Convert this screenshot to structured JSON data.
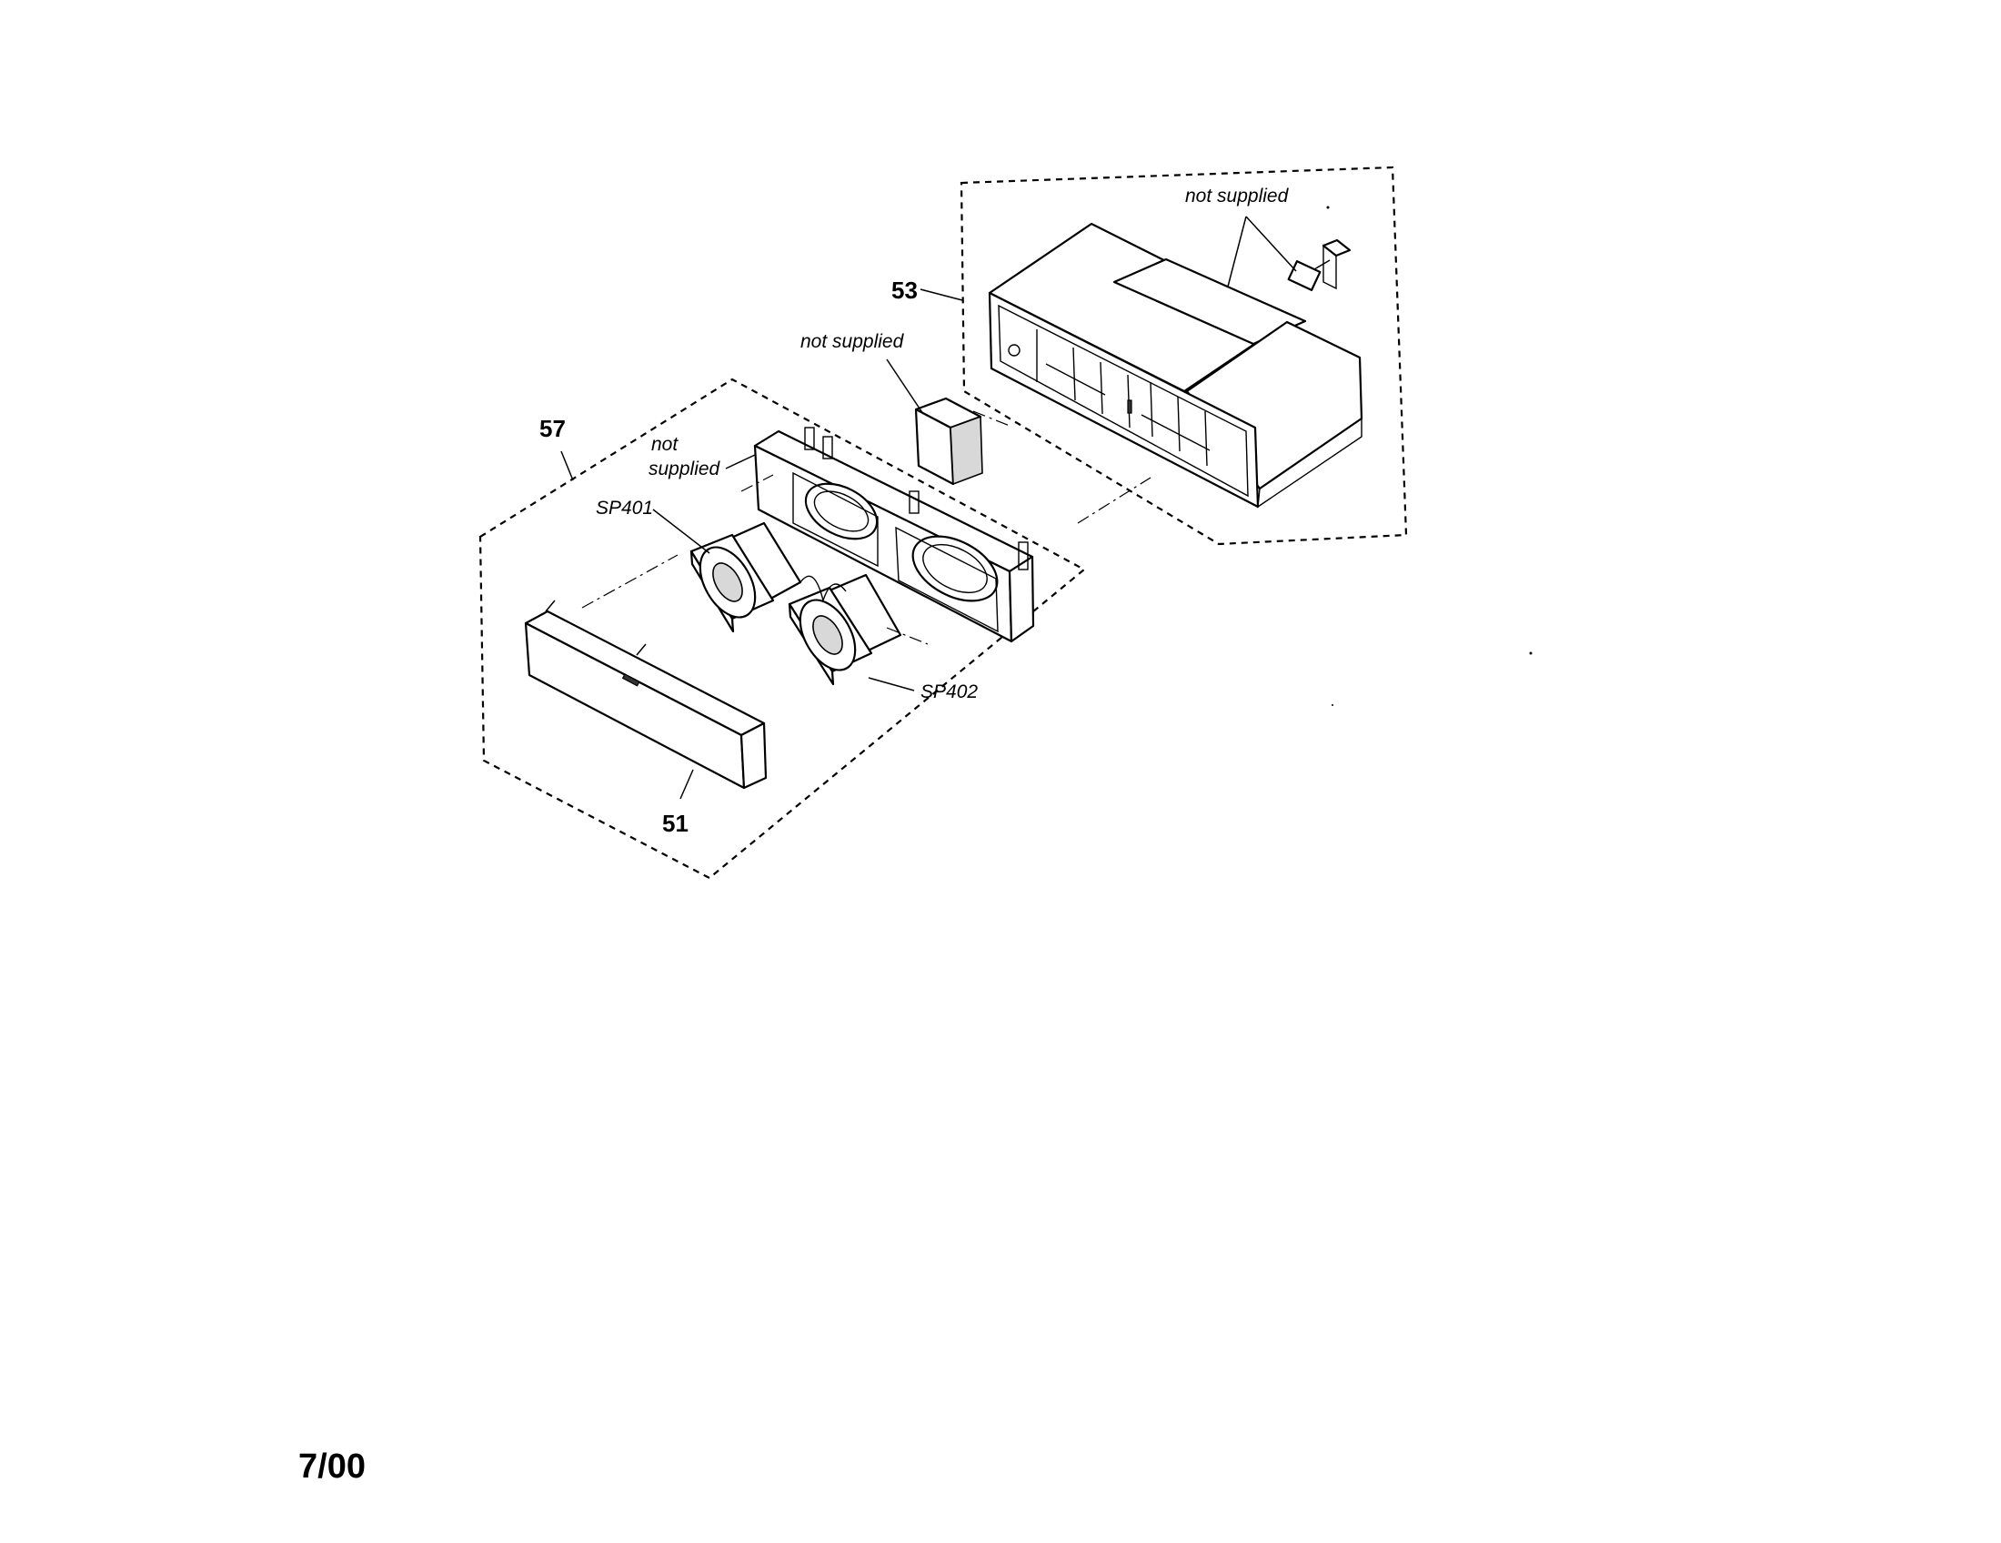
{
  "labels": {
    "part_53": "53",
    "part_57": "57",
    "part_51": "51",
    "not_supplied_top": "not supplied",
    "not_supplied_middle": "not supplied",
    "not_supplied_left_line1": "not",
    "not_supplied_left_line2": "supplied",
    "sp401": "SP401",
    "sp402": "SP402",
    "date_code": "7/00"
  }
}
